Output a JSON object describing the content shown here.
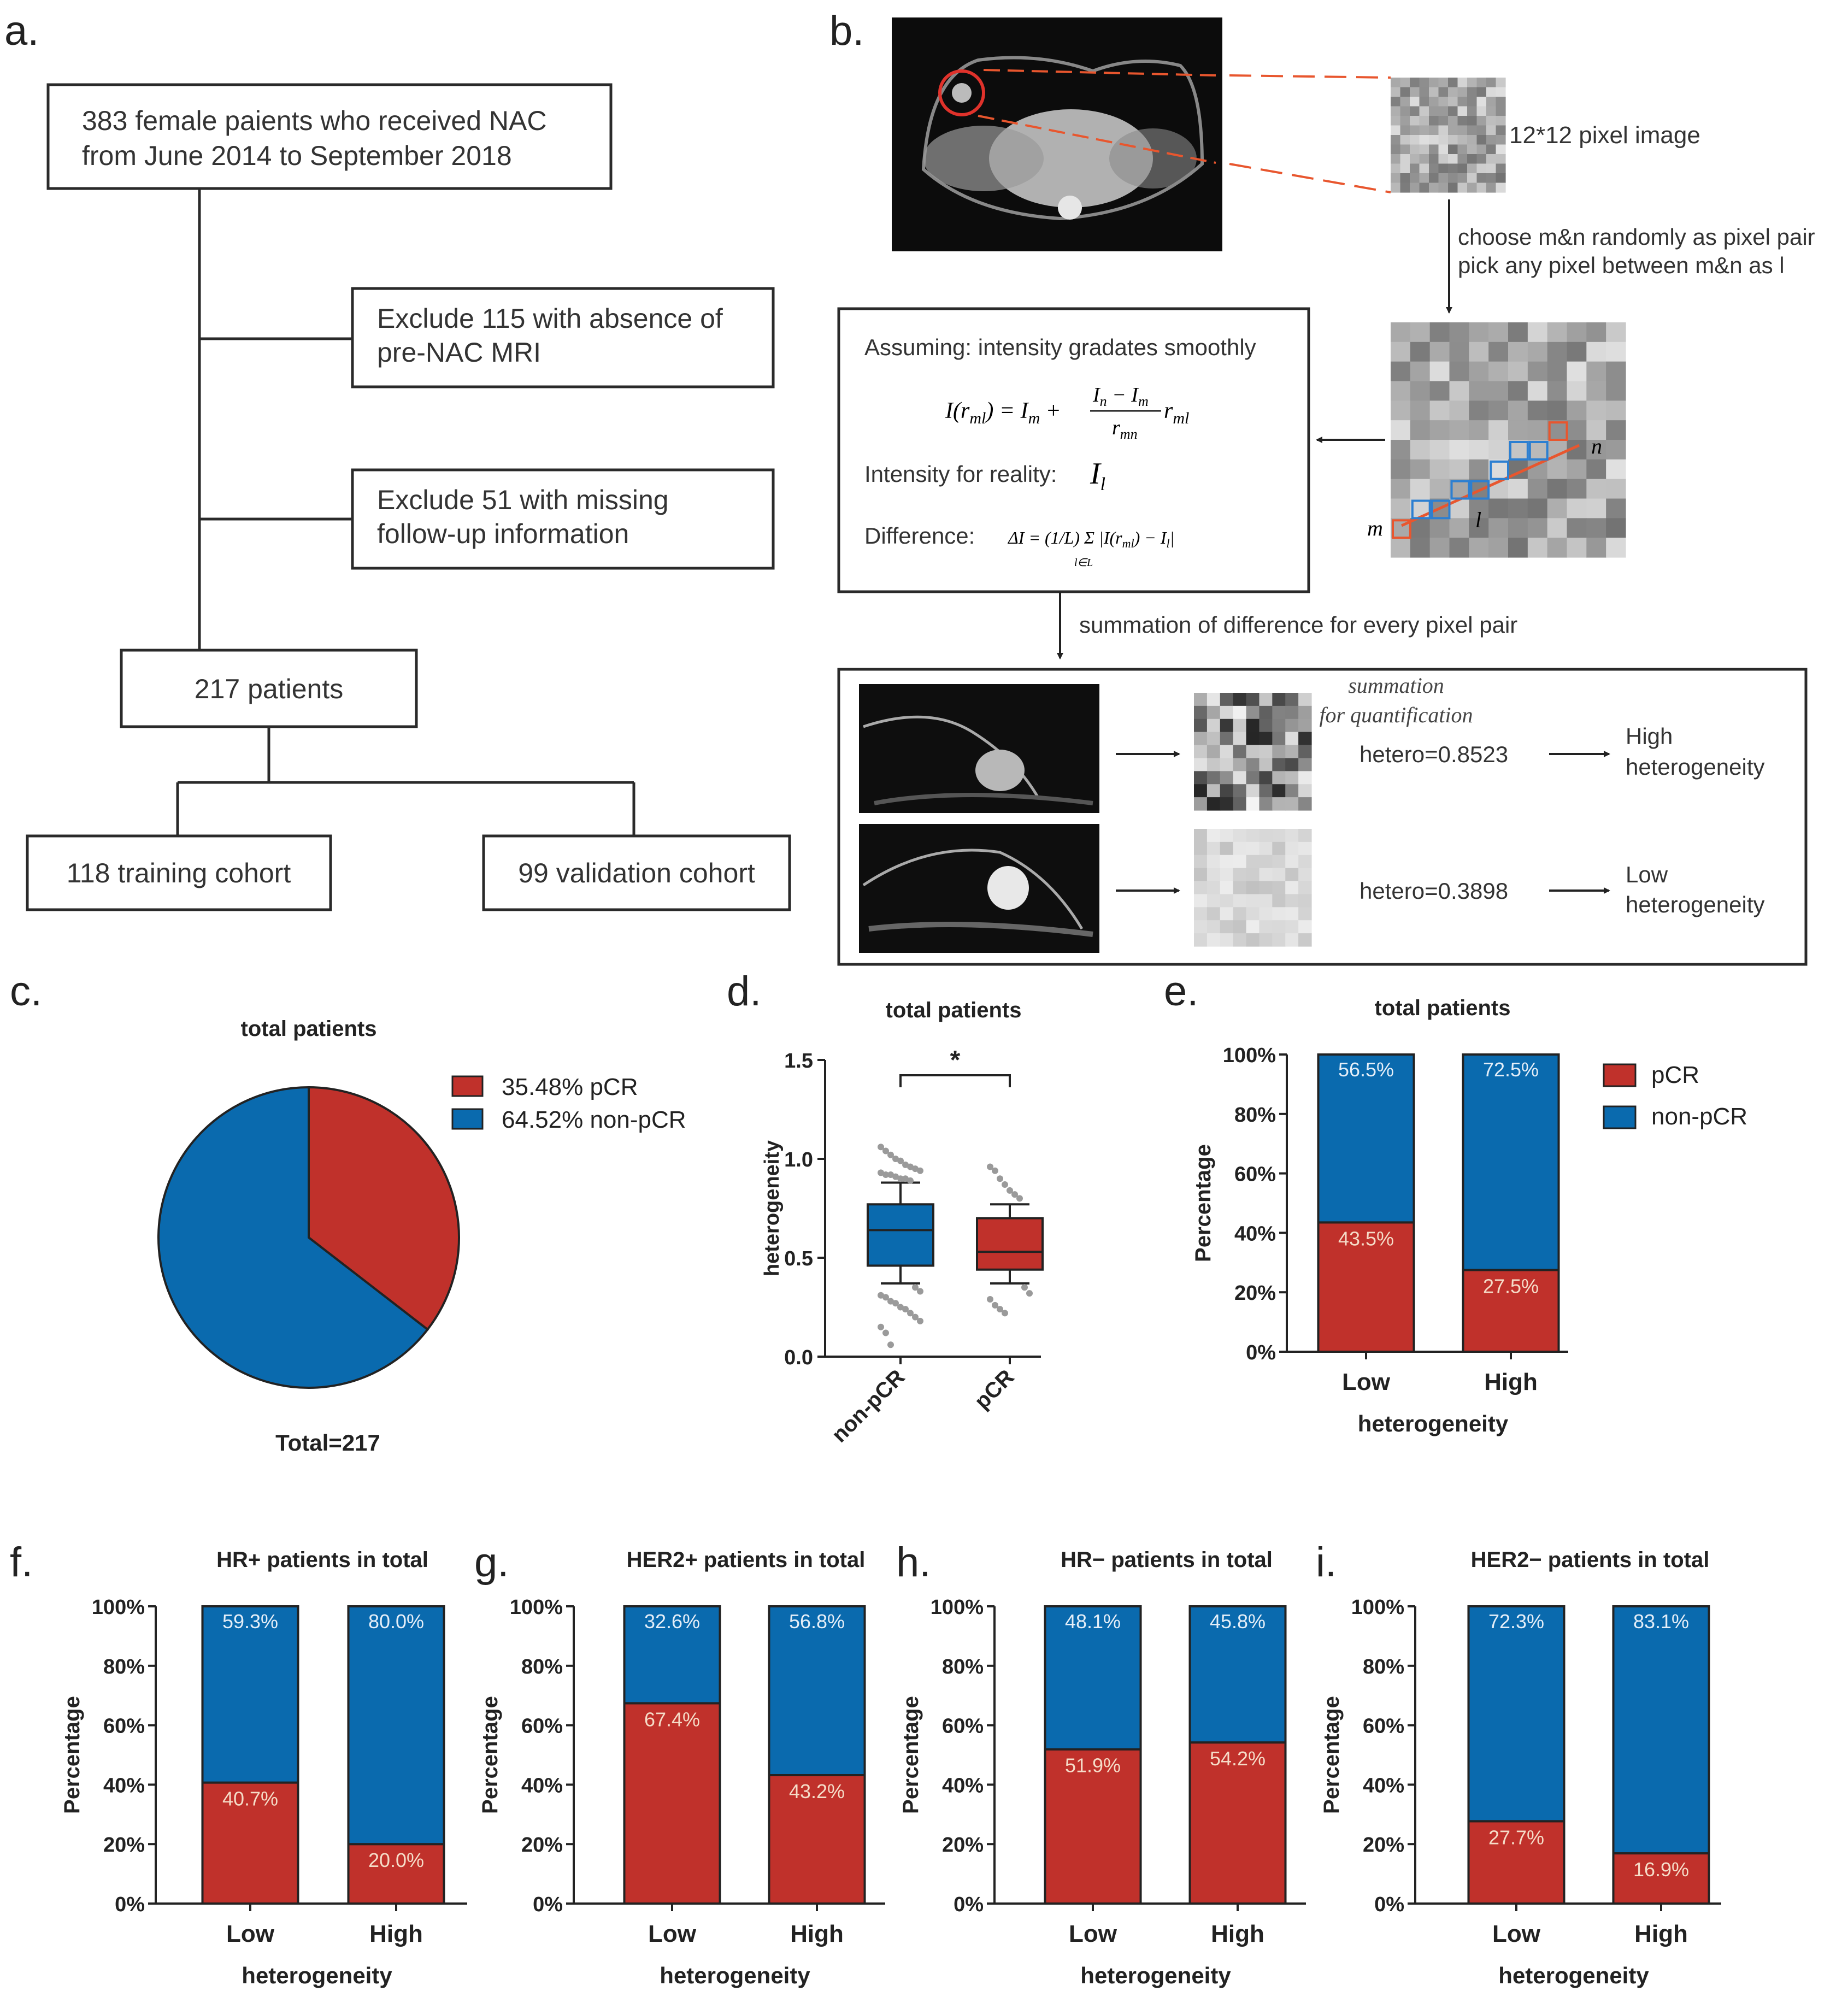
{
  "panel_letters": {
    "a": "a.",
    "b": "b.",
    "c": "c.",
    "d": "d.",
    "e": "e.",
    "f": "f.",
    "g": "g.",
    "h": "h.",
    "i": "i."
  },
  "flowchart": {
    "start": [
      "383 female paients who received NAC",
      "from June 2014 to September 2018"
    ],
    "exclude1": [
      "Exclude 115 with absence of",
      "pre-NAC MRI"
    ],
    "exclude2": [
      "Exclude 51 with missing",
      "follow-up information"
    ],
    "patients": "217 patients",
    "training": "118 training cohort",
    "validation": "99 validation cohort"
  },
  "method": {
    "pixel_image_label": "12*12 pixel image",
    "step1": [
      "choose m&n randomly as pixel pair",
      "pick any pixel between m&n as l"
    ],
    "assumption": "Assuming: intensity gradates smoothly",
    "formula_lhs": "I(r",
    "formula_lhs_sub": "ml",
    "formula_rhs_a": ") = I",
    "formula_rhs_sub": "m",
    "formula_plus": "+",
    "frac_num_a": "I",
    "frac_num_sub1": "n",
    "frac_num_minus": " − I",
    "frac_num_sub2": "m",
    "frac_den": "r",
    "frac_den_sub": "mn",
    "frac_after": "r",
    "frac_after_sub": "ml",
    "reality_label": "Intensity for reality:",
    "reality_symbol": "I",
    "reality_symbol_sub": "l",
    "difference_label": "Difference:",
    "difference_formula": "ΔI = (1/L) Σ |I(r",
    "difference_formula_sub": "ml",
    "difference_formula_end": ") − I",
    "difference_formula_end_sub": "l",
    "difference_formula_close": "|",
    "sum_index": "l∈L",
    "grid_m": "m",
    "grid_n": "n",
    "grid_l": "l",
    "step2": "summation of difference for every pixel pair",
    "summation_label": [
      "summation",
      "for quantification"
    ],
    "high_value": "hetero=0.8523",
    "high_result": [
      "High",
      "heterogeneity"
    ],
    "low_value": "hetero=0.3898",
    "low_result": [
      "Low",
      "heterogeneity"
    ]
  },
  "colors": {
    "pcr": "#c0312b",
    "nonpcr": "#0a6aae",
    "border": "#2a2a2a",
    "arrow_red": "#e8562e"
  },
  "chart_data": [
    {
      "panel": "c",
      "type": "pie",
      "title": "total patients",
      "slices": [
        {
          "label": "pCR",
          "value": 35.48,
          "legend": "35.48%  pCR",
          "color": "#c0312b"
        },
        {
          "label": "non-pCR",
          "value": 64.52,
          "legend": "64.52%  non-pCR",
          "color": "#0a6aae"
        }
      ],
      "footer": "Total=217",
      "legend_position": "right"
    },
    {
      "panel": "d",
      "type": "box",
      "title": "total patients",
      "ylabel": "heterogeneity",
      "ylim": [
        0,
        1.5
      ],
      "yticks": [
        "0.0",
        "0.5",
        "1.0",
        "1.5"
      ],
      "categories": [
        "non-pCR",
        "pCR"
      ],
      "boxes": [
        {
          "name": "non-pCR",
          "q1": 0.46,
          "median": 0.64,
          "q3": 0.77,
          "whisker_low": 0.37,
          "whisker_high": 0.88,
          "color": "#0a6aae",
          "outliers": [
            1.06,
            1.04,
            1.02,
            1.0,
            0.99,
            0.97,
            0.96,
            0.95,
            0.94,
            0.93,
            0.92,
            0.92,
            0.91,
            0.9,
            0.9,
            0.89,
            0.35,
            0.33,
            0.31,
            0.3,
            0.28,
            0.27,
            0.25,
            0.24,
            0.22,
            0.2,
            0.18,
            0.15,
            0.12,
            0.06
          ]
        },
        {
          "name": "pCR",
          "q1": 0.44,
          "median": 0.53,
          "q3": 0.7,
          "whisker_low": 0.37,
          "whisker_high": 0.77,
          "color": "#c0312b",
          "outliers": [
            0.96,
            0.94,
            0.9,
            0.87,
            0.84,
            0.82,
            0.8,
            0.35,
            0.32,
            0.29,
            0.26,
            0.24,
            0.22
          ]
        }
      ],
      "significance": "*"
    },
    {
      "panel": "e",
      "type": "bar",
      "stacked": true,
      "title": "total patients",
      "xlabel": "heterogeneity",
      "ylabel": "Percentage",
      "categories": [
        "Low",
        "High"
      ],
      "yticks": [
        "0%",
        "20%",
        "40%",
        "60%",
        "80%",
        "100%"
      ],
      "series": [
        {
          "name": "pCR",
          "values": [
            43.5,
            27.5
          ],
          "labels": [
            "43.5%",
            "27.5%"
          ],
          "color": "#c0312b"
        },
        {
          "name": "non-pCR",
          "values": [
            56.5,
            72.5
          ],
          "labels": [
            "56.5%",
            "72.5%"
          ],
          "color": "#0a6aae"
        }
      ],
      "legend": [
        "pCR",
        "non-pCR"
      ],
      "legend_position": "right"
    },
    {
      "panel": "f",
      "type": "bar",
      "stacked": true,
      "title": "HR+ patients in total",
      "xlabel": "heterogeneity",
      "ylabel": "Percentage",
      "categories": [
        "Low",
        "High"
      ],
      "yticks": [
        "0%",
        "20%",
        "40%",
        "60%",
        "80%",
        "100%"
      ],
      "series": [
        {
          "name": "pCR",
          "values": [
            40.7,
            20.0
          ],
          "labels": [
            "40.7%",
            "20.0%"
          ],
          "color": "#c0312b"
        },
        {
          "name": "non-pCR",
          "values": [
            59.3,
            80.0
          ],
          "labels": [
            "59.3%",
            "80.0%"
          ],
          "color": "#0a6aae"
        }
      ]
    },
    {
      "panel": "g",
      "type": "bar",
      "stacked": true,
      "title": "HER2+ patients in total",
      "xlabel": "heterogeneity",
      "ylabel": "Percentage",
      "categories": [
        "Low",
        "High"
      ],
      "yticks": [
        "0%",
        "20%",
        "40%",
        "60%",
        "80%",
        "100%"
      ],
      "series": [
        {
          "name": "pCR",
          "values": [
            67.4,
            43.2
          ],
          "labels": [
            "67.4%",
            "43.2%"
          ],
          "color": "#c0312b"
        },
        {
          "name": "non-pCR",
          "values": [
            32.6,
            56.8
          ],
          "labels": [
            "32.6%",
            "56.8%"
          ],
          "color": "#0a6aae"
        }
      ]
    },
    {
      "panel": "h",
      "type": "bar",
      "stacked": true,
      "title": "HR− patients in total",
      "xlabel": "heterogeneity",
      "ylabel": "Percentage",
      "categories": [
        "Low",
        "High"
      ],
      "yticks": [
        "0%",
        "20%",
        "40%",
        "60%",
        "80%",
        "100%"
      ],
      "series": [
        {
          "name": "pCR",
          "values": [
            51.9,
            54.2
          ],
          "labels": [
            "51.9%",
            "54.2%"
          ],
          "color": "#c0312b"
        },
        {
          "name": "non-pCR",
          "values": [
            48.1,
            45.8
          ],
          "labels": [
            "48.1%",
            "45.8%"
          ],
          "color": "#0a6aae"
        }
      ]
    },
    {
      "panel": "i",
      "type": "bar",
      "stacked": true,
      "title": "HER2− patients in total",
      "xlabel": "heterogeneity",
      "ylabel": "Percentage",
      "categories": [
        "Low",
        "High"
      ],
      "yticks": [
        "0%",
        "20%",
        "40%",
        "60%",
        "80%",
        "100%"
      ],
      "series": [
        {
          "name": "pCR",
          "values": [
            27.7,
            16.9
          ],
          "labels": [
            "27.7%",
            "16.9%"
          ],
          "color": "#c0312b"
        },
        {
          "name": "non-pCR",
          "values": [
            72.3,
            83.1
          ],
          "labels": [
            "72.3%",
            "83.1%"
          ],
          "color": "#0a6aae"
        }
      ]
    }
  ]
}
